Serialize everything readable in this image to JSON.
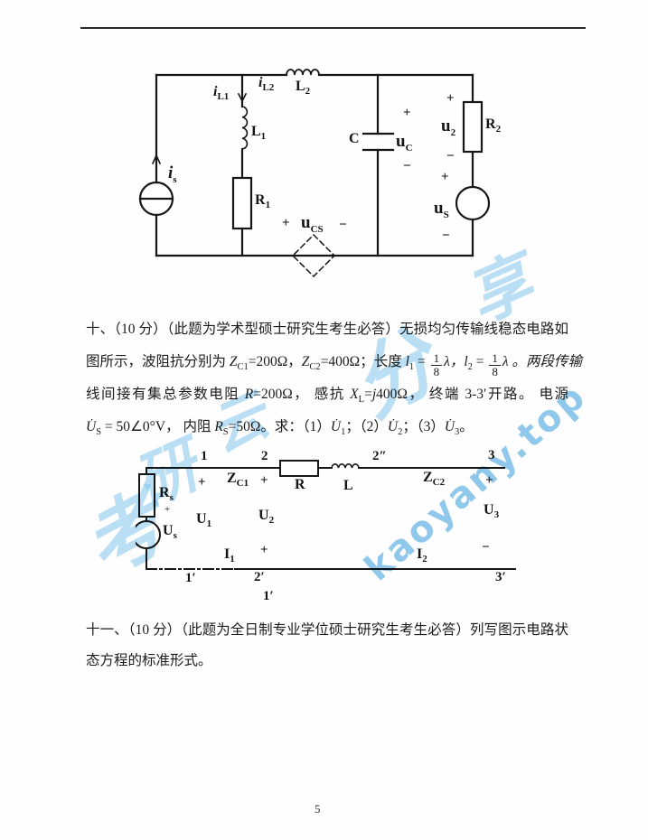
{
  "page": {
    "number": "5"
  },
  "watermark": {
    "brand": "kaoyany.top",
    "chars": [
      "考",
      "研",
      "云",
      "分",
      "享"
    ]
  },
  "signs": {
    "plus": "+",
    "minus": "−"
  },
  "circuit1": {
    "labels": {
      "is": {
        "main": "i",
        "sub": "s"
      },
      "il1": {
        "main": "i",
        "sub": "L1"
      },
      "il2": {
        "main": "i",
        "sub": "L2"
      },
      "l1": {
        "main": "L",
        "sub": "1"
      },
      "l2": {
        "main": "L",
        "sub": "2"
      },
      "r1": {
        "main": "R",
        "sub": "1"
      },
      "c": {
        "main": "C",
        "sub": ""
      },
      "uc": {
        "main": "u",
        "sub": "C"
      },
      "u2": {
        "main": "u",
        "sub": "2"
      },
      "r2": {
        "main": "R",
        "sub": "2"
      },
      "us": {
        "main": "u",
        "sub": "S"
      },
      "ucs": {
        "main": "u",
        "sub": "CS"
      }
    }
  },
  "circuit2": {
    "labels": {
      "n1": "1",
      "n2": "2",
      "n2pp": "2″",
      "n3": "3",
      "n1p": "1′",
      "n2p": "2′",
      "n3p": "3′",
      "n1pb": "1′",
      "zc1": {
        "main": "Z",
        "sub": "C1"
      },
      "zc2": {
        "main": "Z",
        "sub": "C2"
      },
      "r": "R",
      "l": "L",
      "rs": {
        "main": "R",
        "sub": "s"
      },
      "us": {
        "main": "U",
        "sub": "s"
      },
      "u1": {
        "main": "U",
        "sub": "1"
      },
      "u2": {
        "main": "U",
        "sub": "2"
      },
      "u3": {
        "main": "U",
        "sub": "3"
      },
      "i1": {
        "main": "I",
        "sub": "1"
      },
      "i2": {
        "main": "I",
        "sub": "2"
      }
    }
  },
  "q10": {
    "line1": "十、（10 分）（此题为学术型硕士研究生考生必答）无损均匀传输线稳态电路如",
    "line2": {
      "t1": "图所示，波阻抗分别为 ",
      "v1": "Z",
      "s1": "C1",
      "t2": "=200Ω，",
      "v2": "Z",
      "s2": "C2",
      "t3": "=400Ω；长度 ",
      "v3": "l",
      "s3": "1",
      "t4": " = ",
      "f1n": "1",
      "f1d": "8",
      "t5": "λ，",
      "v4": "l",
      "s4": "2",
      "t6": " = ",
      "f2n": "1",
      "f2d": "8",
      "t7": "λ 。两段传输"
    },
    "line3": {
      "t1": "线间接有集总参数电阻  ",
      "v1": "R",
      "t2": "=200Ω， 感抗  ",
      "v2": "X",
      "s2": "L",
      "t3": "=",
      "v3": "j",
      "t4": "400Ω， 终端 3-3′开路。 电源"
    },
    "line4": {
      "v1": "U̇",
      "s1": "S",
      "t1": " = 50∠0°V， 内阻 ",
      "v2": "R",
      "s2": "S",
      "t2": "=50Ω。求：（1）",
      "v3": "U̇",
      "s3": "1",
      "t3": "；（2）",
      "v4": "U̇",
      "s4": "2",
      "t4": "；（3）",
      "v5": "U̇",
      "s5": "3",
      "t5": "。"
    }
  },
  "q11": {
    "line1": "十一、（10 分）（此题为全日制专业学位硕士研究生考生必答）列写图示电路状",
    "line2": "态方程的标准形式。"
  }
}
